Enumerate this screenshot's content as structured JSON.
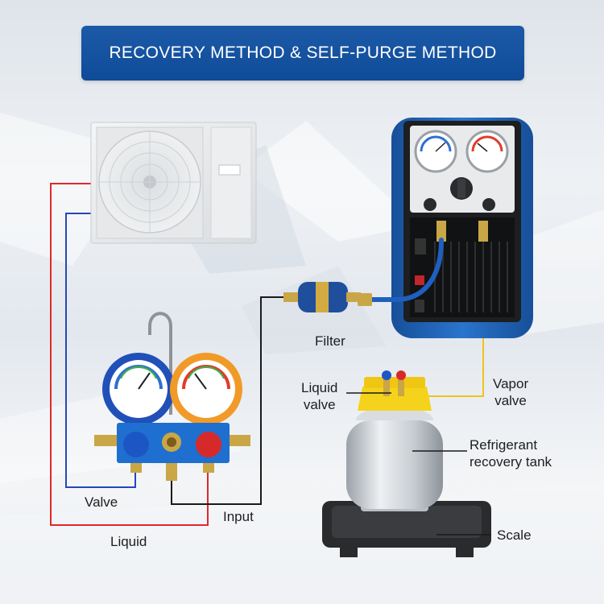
{
  "title": "RECOVERY METHOD & SELF-PURGE METHOD",
  "labels": {
    "filter": "Filter",
    "liquid_valve_line1": "Liquid",
    "liquid_valve_line2": "valve",
    "vapor_valve_line1": "Vapor",
    "vapor_valve_line2": "valve",
    "tank_line1": "Refrigerant",
    "tank_line2": "recovery tank",
    "scale": "Scale",
    "valve": "Valve",
    "input": "Input",
    "liquid": "Liquid"
  },
  "colors": {
    "banner": "#1c5aa8",
    "line_red": "#e0282c",
    "line_blue": "#2747b6",
    "line_black": "#1a1a1a",
    "line_yellow": "#f2c21b",
    "machine_blue": "#1f63b8",
    "gauge_blue": "#2f6fd0",
    "gauge_red": "#e23b2a",
    "tank_yellow": "#f5d31c"
  }
}
